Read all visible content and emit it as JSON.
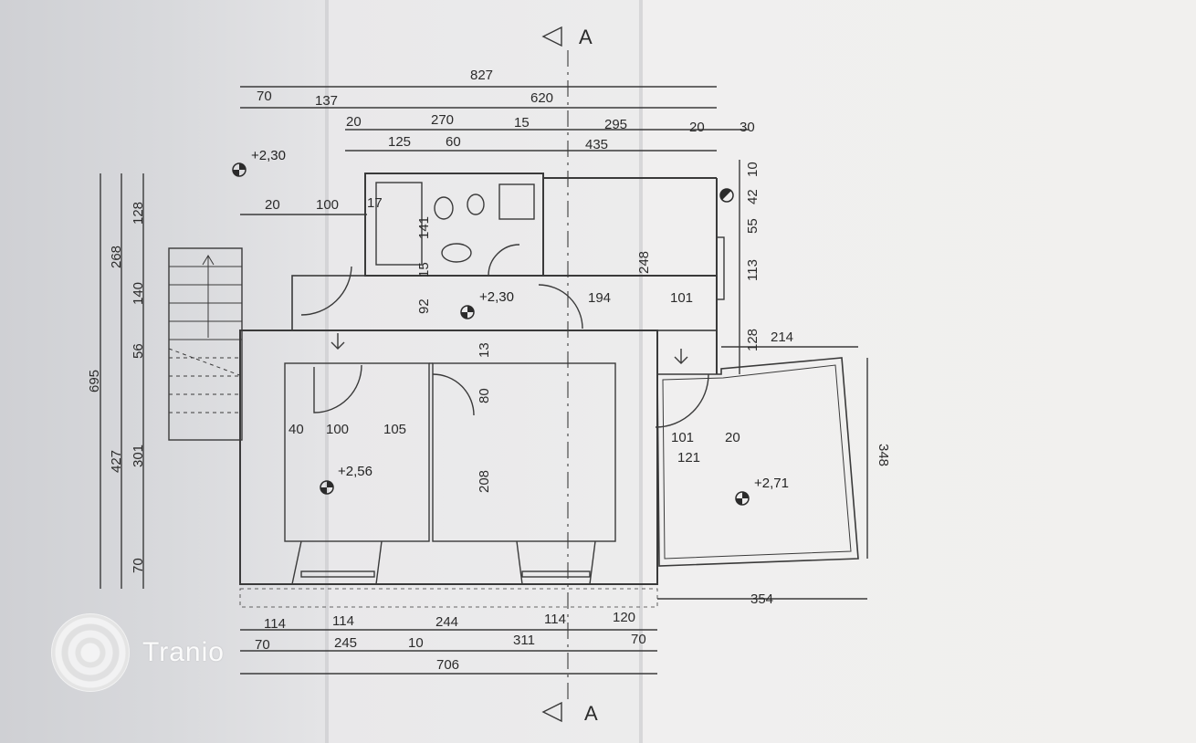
{
  "section_marker": "A",
  "watermark": {
    "brand": "Tranio"
  },
  "dims_top": {
    "total_827": "827",
    "d70": "70",
    "d137": "137",
    "d620": "620",
    "d20a": "20",
    "d270": "270",
    "d15": "15",
    "d295": "295",
    "d20b": "20",
    "d30": "30",
    "d125": "125",
    "d60": "60",
    "d435": "435"
  },
  "dims_left": {
    "d695": "695",
    "d268": "268",
    "d128": "128",
    "d140": "140",
    "d56": "56",
    "d427": "427",
    "d301": "301",
    "d70": "70"
  },
  "dims_right": {
    "d10": "10",
    "d42": "42",
    "d55": "55",
    "d113": "113",
    "d128": "128",
    "d214": "214",
    "d348": "348"
  },
  "dims_interior": {
    "d20": "20",
    "d100": "100",
    "d17": "17",
    "d141": "141",
    "d15": "15",
    "d92": "92",
    "d248": "248",
    "d194": "194",
    "d101a": "101",
    "d13": "13",
    "d80": "80",
    "d40": "40",
    "d100b": "100",
    "d105": "105",
    "d208": "208",
    "d101b": "101",
    "d20b": "20",
    "d121": "121"
  },
  "dims_bottom": {
    "d114a": "114",
    "d114b": "114",
    "d244": "244",
    "d114c": "114",
    "d120": "120",
    "d70a": "70",
    "d245": "245",
    "d10": "10",
    "d311": "311",
    "d70b": "70",
    "d706": "706",
    "d354": "354"
  },
  "levels": {
    "l_topleft": "+2,30",
    "l_hall": "+2,30",
    "l_room": "+2,56",
    "l_terrace": "+2,71"
  }
}
